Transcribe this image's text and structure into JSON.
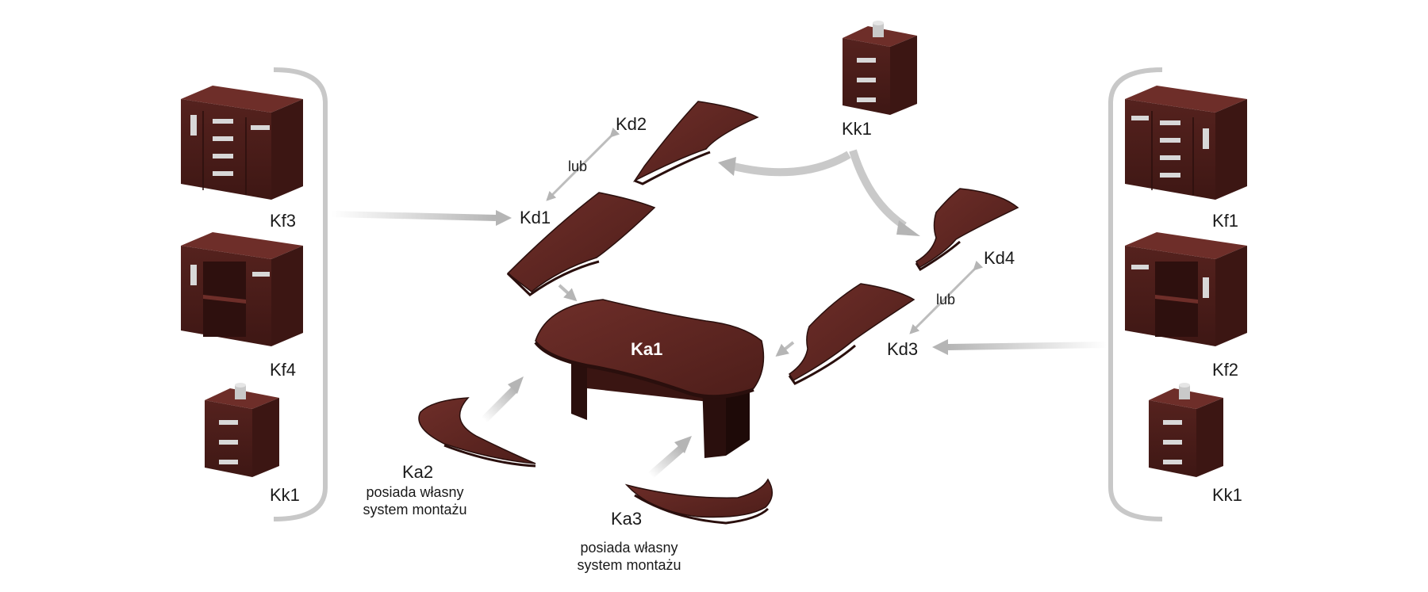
{
  "labels": {
    "kf3": "Kf3",
    "kf4": "Kf4",
    "kk1_left": "Kk1",
    "kf1": "Kf1",
    "kf2": "Kf2",
    "kk1_right": "Kk1",
    "kk1_top": "Kk1",
    "kd1": "Kd1",
    "kd2": "Kd2",
    "kd3": "Kd3",
    "kd4": "Kd4",
    "lub_left": "lub",
    "lub_right": "lub",
    "ka1": "Ka1",
    "ka2": "Ka2",
    "ka3": "Ka3",
    "ka2_note_1": "posiada własny",
    "ka2_note_2": "system montażu",
    "ka3_note_1": "posiada własny",
    "ka3_note_2": "system montażu"
  },
  "colors": {
    "wood": "#5a2420",
    "wood_dark": "#3a1512",
    "wood_light": "#7a3a33",
    "bracket": "#c8c8c8",
    "arrow": "#bdbdbd",
    "handle": "#d8d8d8"
  },
  "icons": [
    "cabinet-icon",
    "drawer-unit-icon",
    "desk-top-icon",
    "extension-top-icon"
  ]
}
